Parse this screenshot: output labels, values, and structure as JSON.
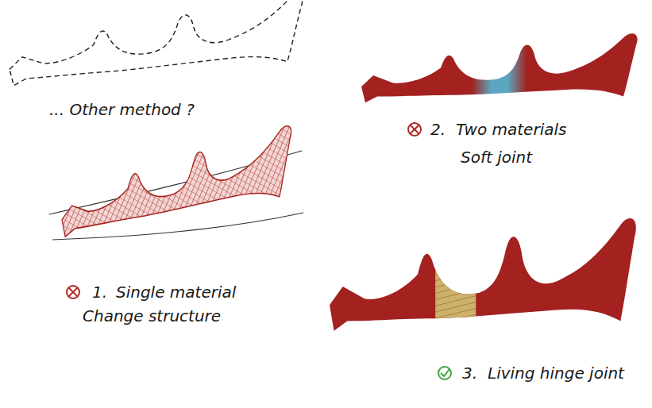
{
  "diagram": {
    "labels": [
      "... Other method ?",
      "1.",
      "Single material",
      "Change structure",
      "2.",
      "Two materials",
      "Soft joint",
      "3.",
      "Living hinge joint"
    ]
  }
}
